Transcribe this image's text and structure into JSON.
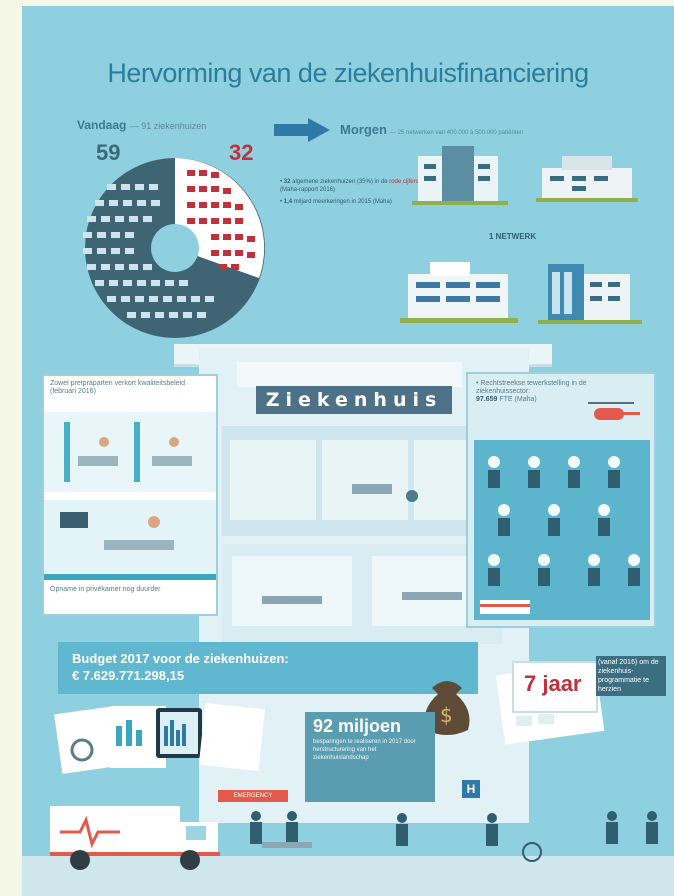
{
  "title": "Hervorming van de ziekenhuisfinanciering",
  "vandaag": {
    "label": "Vandaag",
    "detail": "— 91 ziekenhuizen"
  },
  "morgen": {
    "label": "Morgen",
    "detail": "— 25 netwerken van 400.000 à 500.000 patiënten"
  },
  "pie": {
    "count_left": "59",
    "count_right": "32",
    "total": 91,
    "red_share": 32
  },
  "bullets": [
    {
      "strong": "32",
      "text_a": "algemene ziekenhuizen (35%) in de",
      "red": "rode cijfers",
      "text_b": "(Maha-rapport 2016)"
    },
    {
      "strong": "1,4",
      "text_a": "miljard meerkeringen in 2015 (Maha)",
      "red": "",
      "text_b": ""
    }
  ],
  "network_label": "1 NETWERK",
  "hospital_sign": "Ziekenhuis",
  "left_panel": {
    "caption_top": "Zowel pretpraparten verkort kwaliteitsbeleid (februari 2016)",
    "caption_bottom": "Opname in privékamer nog duurder"
  },
  "right_panel": {
    "caption": "Rechtstreekse tewerkstelling in de ziekenhuissector:",
    "stat": "97.659",
    "stat_suffix": "FTE (Maha)"
  },
  "budget": {
    "line1": "Budget 2017 voor de ziekenhuizen:",
    "line2": "€ 7.629.771.298,15"
  },
  "savings": {
    "big": "92 miljoen",
    "small": "besparingen te realiseren in 2017 door herstructurering van het ziekenhuislandschap"
  },
  "years": {
    "value": "7 jaar",
    "note": "(vanaf 2016) om de ziekenhuis-programmatie te herzien"
  },
  "emergency_label": "EMERGENCY",
  "hospital_h": "H",
  "colors": {
    "bg": "#8fd0e0",
    "accent": "#2c7d99",
    "red": "#c0313a",
    "pie_grey": "#3f6474"
  }
}
